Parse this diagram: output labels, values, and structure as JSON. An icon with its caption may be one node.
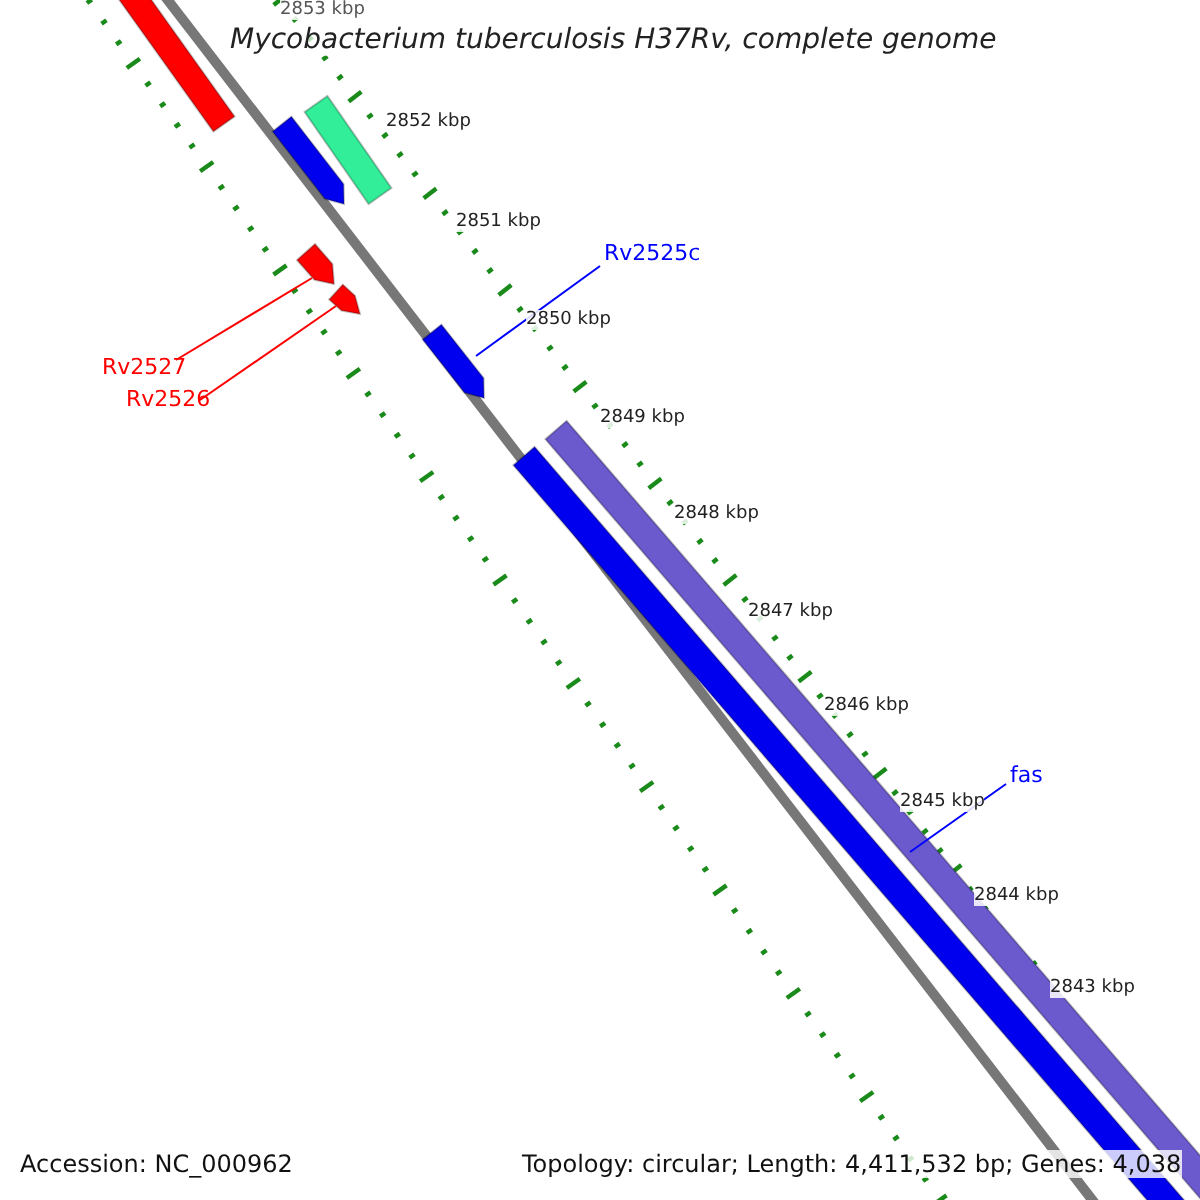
{
  "diagram": {
    "title": "Mycobacterium tuberculosis H37Rv, complete genome",
    "nodes": [
      {
        "text": [
          "Rv2525c"
        ]
      },
      {
        "text": [],
        "shape": "bar"
      },
      {
        "text": [
          "Rv2527"
        ]
      },
      {
        "text": [],
        "shape": "bar"
      },
      {
        "text": [
          "Rv2526"
        ]
      },
      {
        "text": [],
        "shape": "bar"
      },
      {
        "text": [
          "fas"
        ]
      },
      {
        "text": [],
        "shape": "bar"
      }
    ],
    "edges": [
      {
        "from": 0,
        "to": 1,
        "arrow": "none"
      },
      {
        "from": 2,
        "to": 3,
        "arrow": "none",
        "color": "#ff0000"
      },
      {
        "from": 4,
        "to": 5,
        "arrow": "none",
        "color": "#ff0000"
      },
      {
        "from": 6,
        "to": 7,
        "arrow": "none"
      }
    ],
    "labels": [
      "2853 kbp",
      "2852 kbp",
      "2851 kbp",
      "2850 kbp",
      "2849 kbp",
      "2848 kbp",
      "2847 kbp",
      "2846 kbp",
      "2845 kbp",
      "2844 kbp",
      "2843 kbp",
      "Accession: NC_000962",
      "Topology: circular; Length: 4,411,532 bp; Genes: 4,038"
    ]
  }
}
